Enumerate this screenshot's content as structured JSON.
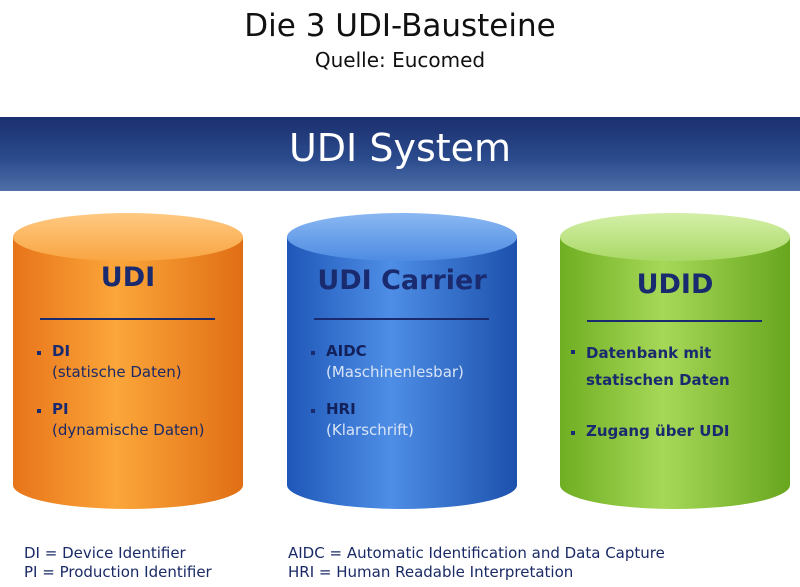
{
  "title": "Die 3 UDI-Bausteine",
  "subtitle": "Quelle: Eucomed",
  "banner": "UDI System",
  "cylinders": [
    {
      "title": "UDI",
      "items": [
        {
          "term": "DI",
          "desc": "(statische Daten)"
        },
        {
          "term": "PI",
          "desc": "(dynamische Daten)"
        }
      ]
    },
    {
      "title": "UDI Carrier",
      "items": [
        {
          "term": "AIDC",
          "desc": "(Maschinenlesbar)"
        },
        {
          "term": "HRI",
          "desc": "(Klarschrift)"
        }
      ]
    },
    {
      "title": "UDID",
      "items": [
        {
          "line1": "Datenbank mit",
          "line2": "statischen Daten"
        },
        {
          "line1": "Zugang über UDI"
        }
      ]
    }
  ],
  "footnotes": {
    "left": [
      "DI = Device Identifier",
      "PI = Production Identifier"
    ],
    "right": [
      "AIDC = Automatic Identification and Data Capture",
      "HRI = Human Readable Interpretation"
    ]
  },
  "colors": {
    "banner": "#1b2f6e",
    "orange": "#f7901e",
    "blue": "#2f6fd0",
    "green": "#8fca3a",
    "title_navy": "#1a2a6e"
  }
}
